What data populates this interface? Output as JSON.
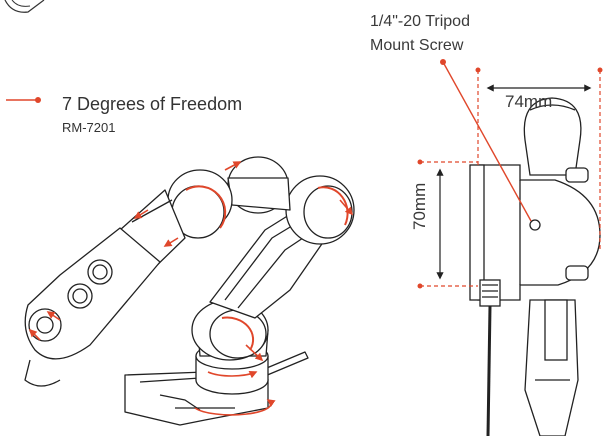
{
  "tripod_label": {
    "line1": "1/4\"-20 Tripod",
    "line2": "Mount Screw"
  },
  "dof_label": {
    "title": "7 Degrees of Freedom",
    "model": "RM-7201"
  },
  "dimensions": {
    "width": "74mm",
    "height": "70mm"
  },
  "colors": {
    "accent": "#e0472b",
    "line": "#222222",
    "text": "#3a3a3a"
  }
}
